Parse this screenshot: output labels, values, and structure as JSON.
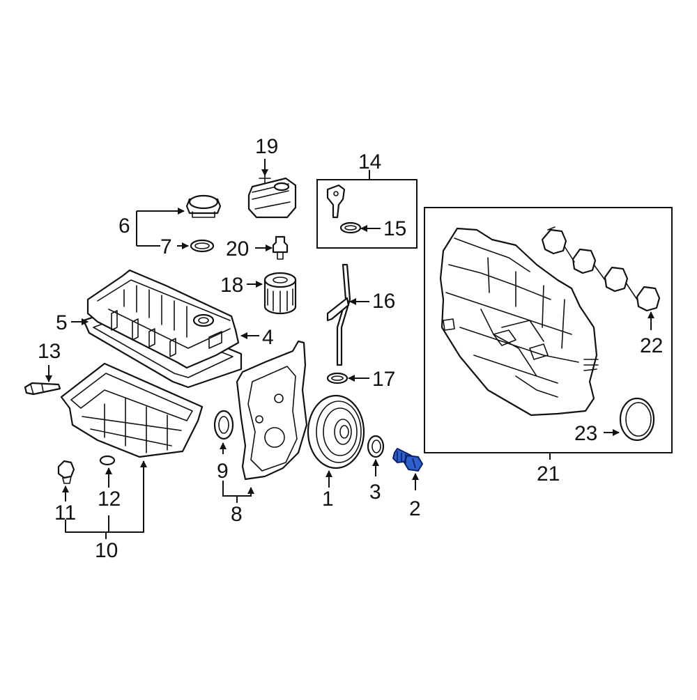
{
  "diagram": {
    "highlight_color": "#2f5fc8",
    "highlighted_part": "2",
    "callouts": [
      "1",
      "2",
      "3",
      "4",
      "5",
      "6",
      "7",
      "8",
      "9",
      "10",
      "11",
      "12",
      "13",
      "14",
      "15",
      "16",
      "17",
      "18",
      "19",
      "20",
      "21",
      "22",
      "23"
    ]
  }
}
